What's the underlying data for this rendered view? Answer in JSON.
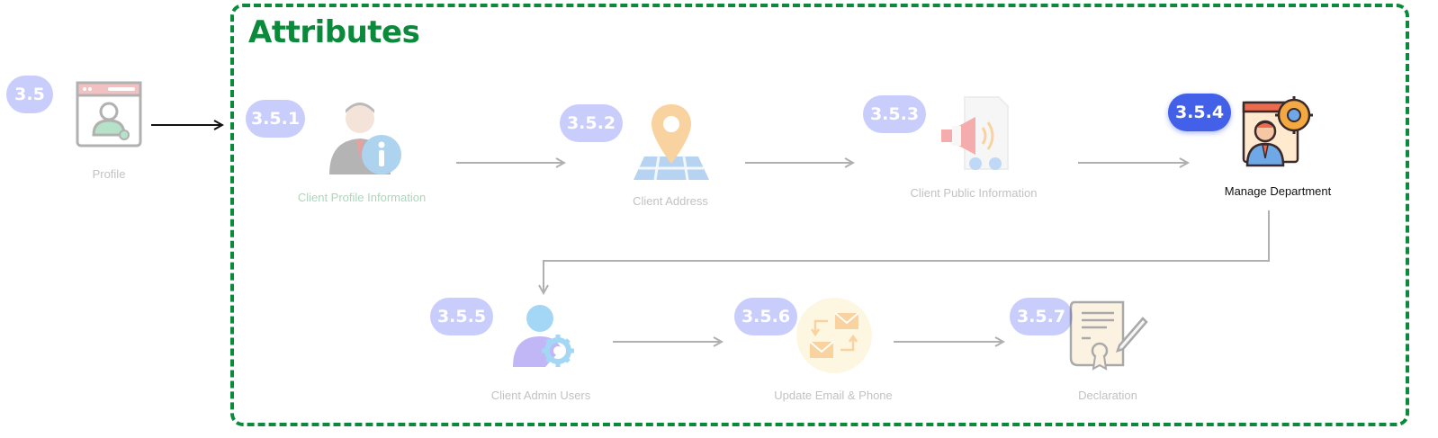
{
  "section": {
    "title": "Attributes"
  },
  "start": {
    "badge": "3.5",
    "label": "Profile"
  },
  "steps": [
    {
      "badge": "3.5.1",
      "label": "Client Profile Information",
      "icon": "user-info-icon"
    },
    {
      "badge": "3.5.2",
      "label": "Client Address",
      "icon": "map-pin-icon"
    },
    {
      "badge": "3.5.3",
      "label": "Client Public Information",
      "icon": "megaphone-icon"
    },
    {
      "badge": "3.5.4",
      "label": "Manage Department",
      "icon": "department-settings-icon",
      "active": true
    },
    {
      "badge": "3.5.5",
      "label": "Client Admin Users",
      "icon": "admin-user-gear-icon"
    },
    {
      "badge": "3.5.6",
      "label": "Update Email & Phone",
      "icon": "email-swap-icon"
    },
    {
      "badge": "3.5.7",
      "label": "Declaration",
      "icon": "certificate-icon"
    }
  ],
  "colors": {
    "frame": "#0c8a3c",
    "badge": "#c9cdfb",
    "badge_active": "#4361e8",
    "arrow": "#b0b0b0"
  }
}
